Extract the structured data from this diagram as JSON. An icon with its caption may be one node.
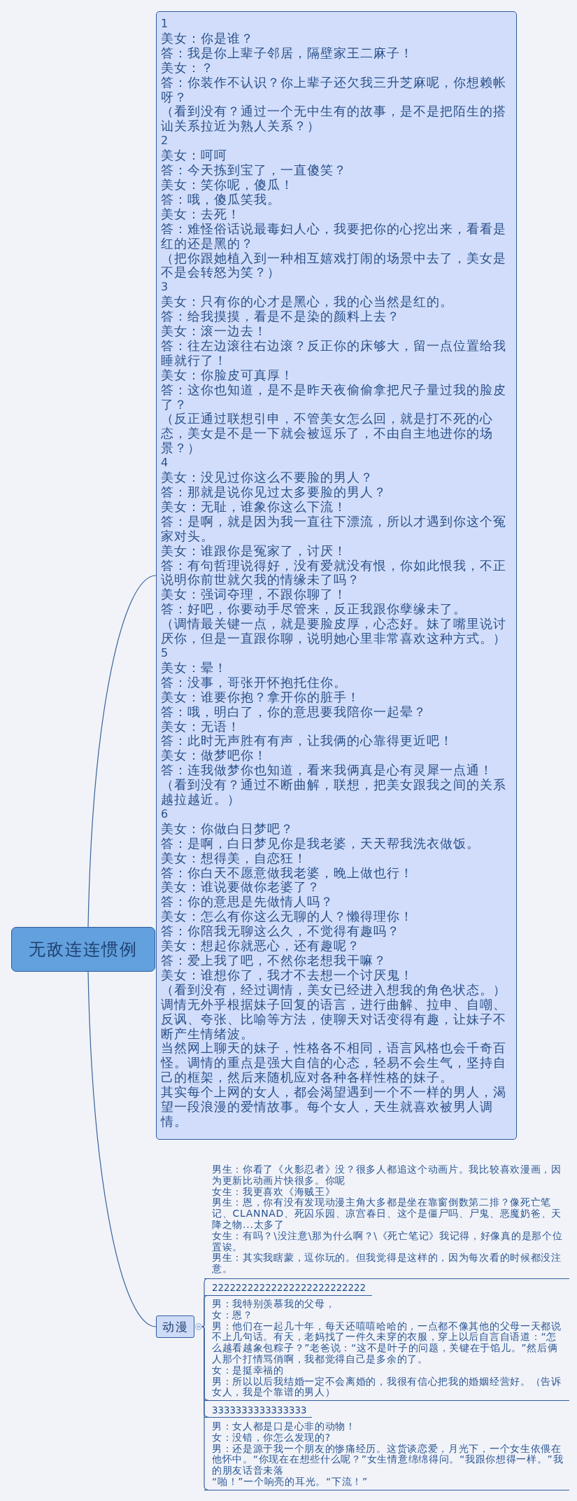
{
  "diagram": {
    "nodes": [
      {
        "text": [
          "无敌连连惯例"
        ]
      },
      {
        "text": [
          "1",
          "美女：你是谁？",
          "答：我是你上辈子邻居，隔壁家王二麻子！",
          "美女：？",
          "答：你装作不认识？你上辈子还欠我三升芝麻呢，你想赖帐呀？",
          "（看到没有？通过一个无中生有的故事，是不是把陌生的搭讪关系拉近为熟人关系？）",
          "2",
          "美女：呵呵",
          "答：今天拣到宝了，一直傻笑？",
          "美女：笑你呢，傻瓜！",
          "答：哦，傻瓜笑我。",
          "美女：去死！",
          "答：难怪俗话说最毒妇人心，我要把你的心挖出来，看看是红的还是黑的？",
          "（把你跟她植入到一种相互嬉戏打闹的场景中去了，美女是不是会转怒为笑？）",
          "3",
          "美女：只有你的心才是黑心，我的心当然是红的。",
          "答：给我摸摸，看是不是染的颜料上去？",
          "美女：滚一边去！",
          "答：往左边滚往右边滚？反正你的床够大，留一点位置给我睡就行了！",
          "美女：你脸皮可真厚！",
          "答：这你也知道，是不是昨天夜偷偷拿把尺子量过我的脸皮了？",
          "（反正通过联想引申，不管美女怎么回，就是打不死的心态，美女是不是一下就会被逗乐了，不由自主地进你的场景？）",
          "4",
          "美女：没见过你这么不要脸的男人？",
          "答：那就是说你见过太多要脸的男人？",
          "美女：无耻，谁象你这么下流！",
          "答：是啊，就是因为我一直往下漂流，所以才遇到你这个冤家对头。",
          "美女：谁跟你是冤家了，讨厌！",
          "答：有句哲理说得好，没有爱就没有恨，你如此恨我，不正说明你前世就欠我的情缘未了吗？",
          "美女：强词夺理，不跟你聊了！",
          "答：好吧，你要动手尽管来，反正我跟你孽缘未了。",
          "（调情最关键一点，就是要脸皮厚，心态好。妹了嘴里说讨厌你，但是一直跟你聊，说明她心里非常喜欢这种方式。）",
          "5",
          "美女：晕！",
          "答：没事，哥张开怀抱托住你。",
          "美女：谁要你抱？拿开你的脏手！",
          "答：哦，明白了，你的意思要我陪你一起晕？",
          "美女：无语！",
          "答：此时无声胜有有声，让我俩的心靠得更近吧！",
          "美女：做梦吧你！",
          "答：连我做梦你也知道，看来我俩真是心有灵犀一点通！",
          "（看到没有？通过不断曲解，联想，把美女跟我之间的关系越拉越近。）",
          "6",
          "美女：你做白日梦吧？",
          "答：是啊，白日梦见你是我老婆，天天帮我洗衣做饭。",
          "美女：想得美，自恋狂！",
          "答：你白天不愿意做我老婆，晚上做也行！",
          "美女：谁说要做你老婆了？",
          "答：你的意思是先做情人吗？",
          "美女：怎么有你这么无聊的人？懒得理你！",
          "答：你陪我无聊这么久，不觉得有趣吗？",
          "美女：想起你就恶心，还有趣呢？",
          "答：爱上我了吧，不然你老想我干嘛？",
          "美女：谁想你了，我才不去想一个讨厌鬼！",
          "（看到没有，经过调情，美女已经进入想我的角色状态。）",
          "调情无外乎根据妹子回复的语言，进行曲解、拉申、自嘲、反讽、夸张、比喻等方法，使聊天对话变得有趣，让妹子不断产生情绪波。",
          "当然网上聊天的妹子，性格各不相同，语言风格也会千奇百怪。调情的重点是强大自信的心态，轻易不会生气，坚持自己的框架，然后来随机应对各种各样性格的妹子。",
          "其实每个上网的女人，都会渴望遇到一个不一样的男人，渴望一段浪漫的爱情故事。每个女人，天生就喜欢被男人调情。"
        ]
      },
      {
        "text": [
          "动漫"
        ]
      },
      {
        "text": [
          "男生：你看了《火影忍者》没？很多人都追这个动画片。我比较喜欢漫画，因为更新比动画片快很多。你呢",
          "女生：我更喜欢《海贼王》",
          "男生：恩，你有没有发现动漫主角大多都是坐在靠窗倒数第二排？像死亡笔记、CLANNAD、死囚乐园、凉宫春日、这个是僵尸吗、尸鬼、恶魔奶爸、天降之物...太多了",
          "女生：有吗？\\没注意\\那为什么啊？\\《死亡笔记》我记得，好像真的是那个位置诶。",
          "男生：其实我瞎蒙，逗你玩的。但我觉得是这样的，因为每次看的时候都没注意。"
        ]
      },
      {
        "text": [
          "22222222222222222222222222"
        ]
      },
      {
        "text": [
          "男：我特别羡慕我的父母，",
          "女：恩？",
          "男：他们在一起几十年，每天还嘻嘻哈哈的，一点都不像其他的父母一天都说不上几句话。有天，老妈找了一件久未穿的衣服，穿上以后自言自语道：“怎么越看越象包粽子？”老爸说：“这不是叶子的问题，关键在于馅儿。”然后俩人那个打情骂俏啊，我都觉得自己是多余的了。",
          "女：是挺幸福的",
          "男：所以以后我结婚一定不会离婚的，我很有信心把我的婚姻经营好。（告诉女人，我是个靠谱的男人）"
        ]
      },
      {
        "text": [
          "3333333333333333"
        ]
      },
      {
        "text": [
          "男：女人都是口是心非的动物！",
          "女：没错，你怎么发现的?",
          "男：还是源于我一个朋友的惨痛经历。这货谈恋爱，月光下，一个女生依偎在他怀中。“你现在在想些什么呢？”女生情意绵绵得问。“我跟你想得一样。”我的朋友话音未落",
          "“啪！”一个响亮的耳光。“下流！”"
        ]
      }
    ],
    "edges": [
      {
        "from": 0,
        "to": 1,
        "arrow": "none"
      },
      {
        "from": 0,
        "to": 2,
        "arrow": "none"
      },
      {
        "from": 2,
        "to": 3,
        "arrow": "none"
      },
      {
        "from": 2,
        "to": 4,
        "arrow": "none"
      },
      {
        "from": 2,
        "to": 5,
        "arrow": "none"
      },
      {
        "from": 2,
        "to": 6,
        "arrow": "none"
      },
      {
        "from": 2,
        "to": 7,
        "arrow": "none"
      }
    ]
  }
}
